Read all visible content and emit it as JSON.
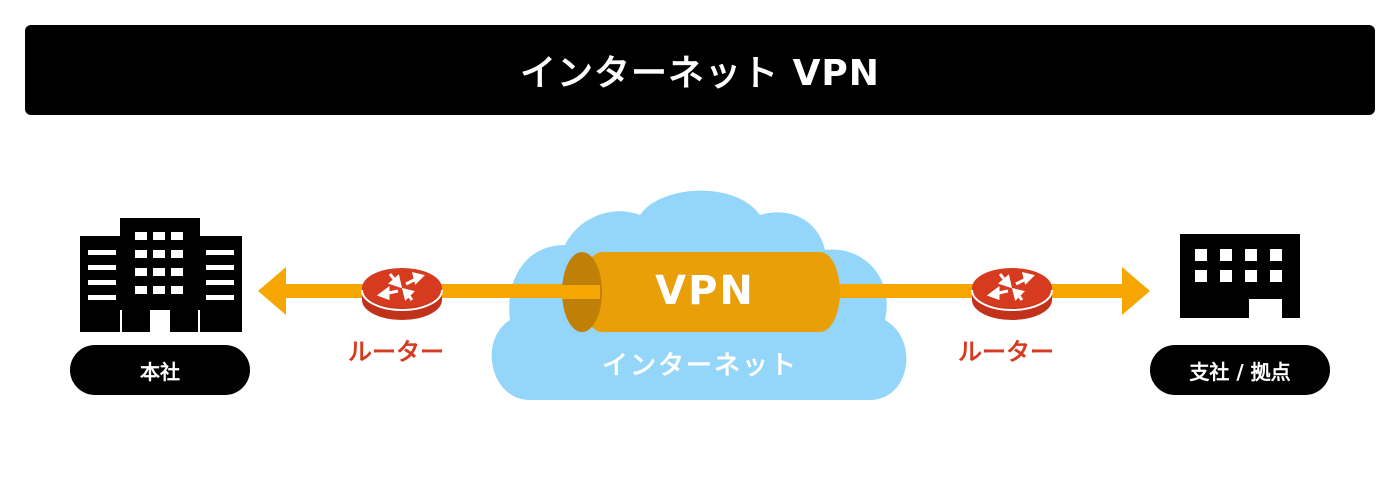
{
  "title": "インターネット VPN",
  "nodes": {
    "headquarters": {
      "label": "本社",
      "icon": "office-building-icon"
    },
    "branch": {
      "label": "支社 / 拠点",
      "icon": "branch-building-icon"
    }
  },
  "routers": {
    "left": {
      "label": "ルーター",
      "icon": "router-icon"
    },
    "right": {
      "label": "ルーター",
      "icon": "router-icon"
    }
  },
  "cloud": {
    "label": "インターネット",
    "icon": "cloud-icon"
  },
  "tunnel": {
    "label": "VPN"
  },
  "colors": {
    "title_bg": "#000000",
    "line": "#F5A600",
    "router": "#D63A1F",
    "cloud": "#93D6FA",
    "tunnel": "#E89F08",
    "tunnel_end": "#C07F06"
  }
}
